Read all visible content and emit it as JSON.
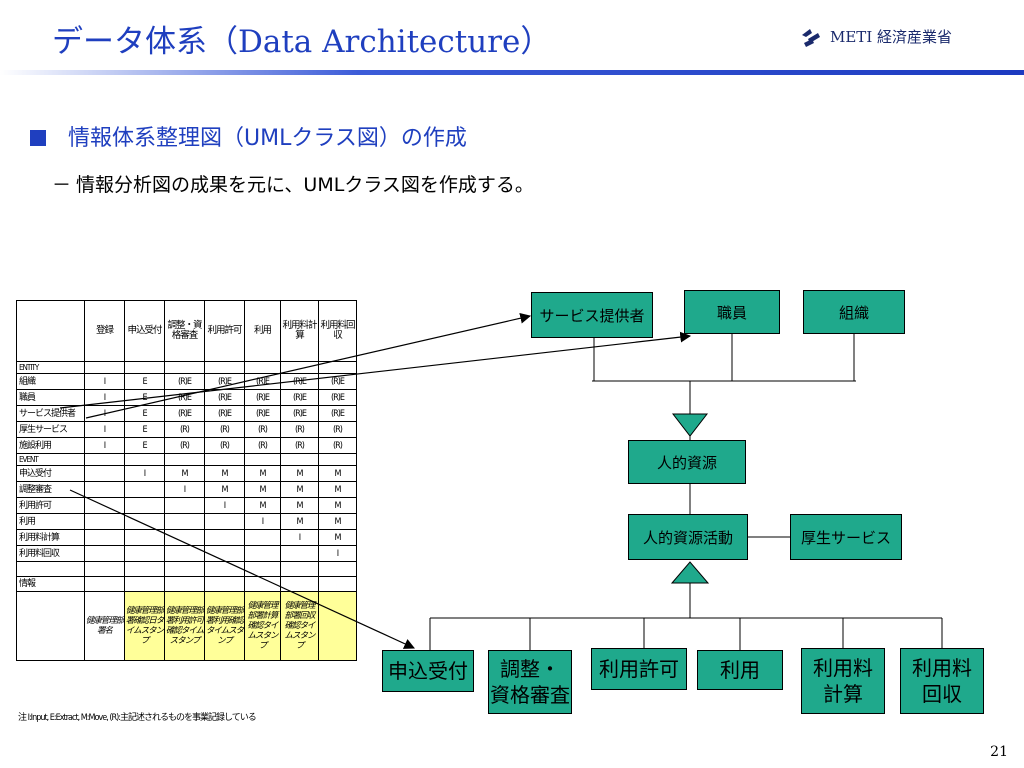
{
  "header": {
    "title": "データ体系（Data Architecture）",
    "logo_text": "METI 経済産業省",
    "page_number": "21"
  },
  "body": {
    "bullet": "情報体系整理図（UMLクラス図）の作成",
    "sub_dash": "－",
    "sub": "情報分析図の成果を元に、UMLクラス図を作成する。"
  },
  "matrix": {
    "columns": [
      "登録",
      "申込受付",
      "調整・資格審査",
      "利用許可",
      "利用",
      "利用料計算",
      "利用料回収"
    ],
    "sections": {
      "entity": "ENTITY",
      "event": "EVENT",
      "info": "情報"
    },
    "entity_rows": [
      {
        "label": "組織",
        "cells": [
          "I",
          "E",
          "(R)E",
          "(R)E",
          "(R)E",
          "(R)E",
          "(R)E"
        ]
      },
      {
        "label": "職員",
        "cells": [
          "I",
          "E",
          "(R)E",
          "(R)E",
          "(R)E",
          "(R)E",
          "(R)E"
        ]
      },
      {
        "label": "サービス提供者",
        "cells": [
          "I",
          "E",
          "(R)E",
          "(R)E",
          "(R)E",
          "(R)E",
          "(R)E"
        ]
      },
      {
        "label": "厚生サービス",
        "cells": [
          "I",
          "E",
          "(R)",
          "(R)",
          "(R)",
          "(R)",
          "(R)"
        ]
      },
      {
        "label": "施設利用",
        "cells": [
          "I",
          "E",
          "(R)",
          "(R)",
          "(R)",
          "(R)",
          "(R)"
        ]
      }
    ],
    "event_rows": [
      {
        "label": "申込受付",
        "cells": [
          "",
          "I",
          "M",
          "M",
          "M",
          "M",
          "M"
        ]
      },
      {
        "label": "調整審査",
        "cells": [
          "",
          "",
          "I",
          "M",
          "M",
          "M",
          "M"
        ]
      },
      {
        "label": "利用許可",
        "cells": [
          "",
          "",
          "",
          "I",
          "M",
          "M",
          "M"
        ]
      },
      {
        "label": "利用",
        "cells": [
          "",
          "",
          "",
          "",
          "I",
          "M",
          "M"
        ]
      },
      {
        "label": "利用料計算",
        "cells": [
          "",
          "",
          "",
          "",
          "",
          "I",
          "M"
        ]
      },
      {
        "label": "利用料回収",
        "cells": [
          "",
          "",
          "",
          "",
          "",
          "",
          "I"
        ]
      }
    ],
    "timestamp_row": [
      "",
      "健康管理部署名",
      "健康管理部署確認日タイムスタンプ",
      "健康管理部署利用許可確認タイムスタンプ",
      "健康管理部署利用確認タイムスタンプ",
      "健康管理部署計算確認タイムスタンプ",
      "健康管理部署回収確認タイムスタンプ"
    ],
    "note": "注 I:Input, E:Extract, M:Move, (R):主記述されるものを事業記録している"
  },
  "uml": {
    "top_boxes": [
      "サービス提供者",
      "職員",
      "組織"
    ],
    "human_resource": "人的資源",
    "hr_activity": "人的資源活動",
    "welfare": "厚生サービス",
    "bottom_boxes": [
      "申込受付",
      "調整・\n資格審査",
      "利用許可",
      "利用",
      "利用料\n計算",
      "利用料\n回収"
    ]
  },
  "colors": {
    "title_blue": "#1f3fbf",
    "box_green": "#1fa98c",
    "ts_yellow": "#ffff99"
  }
}
